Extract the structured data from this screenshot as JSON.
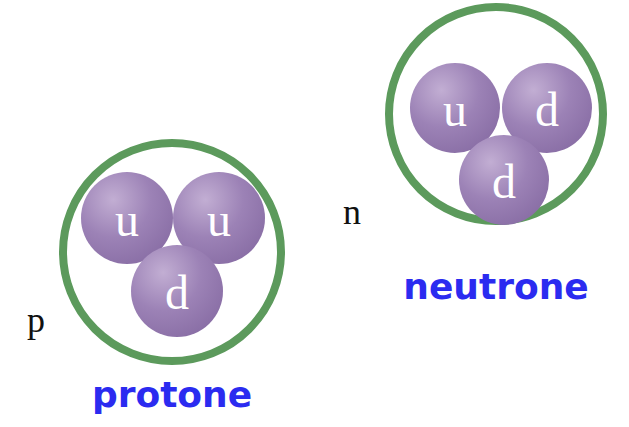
{
  "diagram": {
    "nodes": [
      {
        "text": [
          "p",
          "protone"
        ]
      },
      {
        "text": [
          "u"
        ],
        "in": 0
      },
      {
        "text": [
          "u"
        ],
        "in": 0
      },
      {
        "text": [
          "d"
        ],
        "in": 0
      },
      {
        "text": [
          "n",
          "neutrone"
        ]
      },
      {
        "text": [
          "u"
        ],
        "in": 4
      },
      {
        "text": [
          "d"
        ],
        "in": 4
      },
      {
        "text": [
          "d"
        ],
        "in": 4
      }
    ]
  }
}
